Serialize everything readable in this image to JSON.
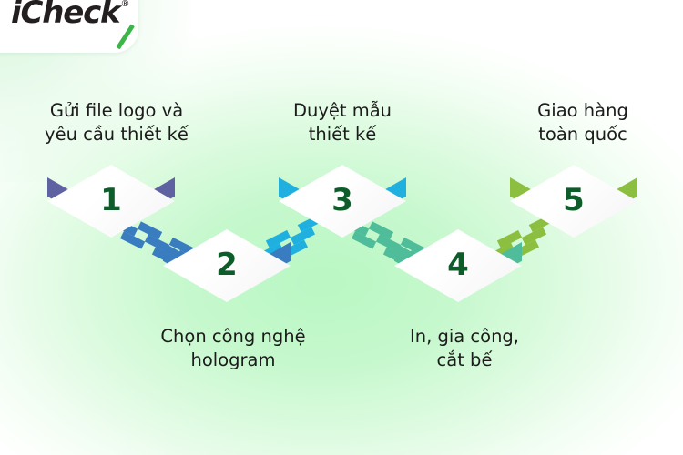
{
  "brand": {
    "name": "iCheck",
    "trademark": "®",
    "accent_color": "#3cb54a",
    "text_color": "#231f20"
  },
  "background": {
    "center_color": "#b9f7c4",
    "edge_color": "#ffffff"
  },
  "diagram": {
    "type": "process-flow",
    "orientation": "isometric-zigzag",
    "number_color": "#0d5c2a",
    "tile_top_color": "#ffffff",
    "steps": [
      {
        "number": "1",
        "label": "Gửi file logo và\nyêu cầu thiết kế",
        "label_position": "above",
        "side_color": "#5f62a0",
        "side_color_dark": "#4f5290"
      },
      {
        "number": "2",
        "label": "Chọn công nghệ\nhologram",
        "label_position": "below",
        "side_color": "#3a7cc0",
        "side_color_dark": "#2f6aaa"
      },
      {
        "number": "3",
        "label": "Duyệt mẫu\nthiết kế",
        "label_position": "above",
        "side_color": "#1fb0e0",
        "side_color_dark": "#179dcb"
      },
      {
        "number": "4",
        "label": "In, gia công,\ncắt bế",
        "label_position": "below",
        "side_color": "#4fbc9a",
        "side_color_dark": "#43a988"
      },
      {
        "number": "5",
        "label": "Giao hàng\ntoàn quốc",
        "label_position": "above",
        "side_color": "#8cbf3f",
        "side_color_dark": "#7cae33"
      }
    ],
    "connectors": [
      {
        "from": "1",
        "to": "2",
        "color": "#3a7cc0",
        "direction": "descending"
      },
      {
        "from": "2",
        "to": "3",
        "color": "#1fb0e0",
        "direction": "ascending"
      },
      {
        "from": "3",
        "to": "4",
        "color": "#4fbc9a",
        "direction": "descending"
      },
      {
        "from": "4",
        "to": "5",
        "color": "#8cbf3f",
        "direction": "ascending"
      }
    ]
  }
}
